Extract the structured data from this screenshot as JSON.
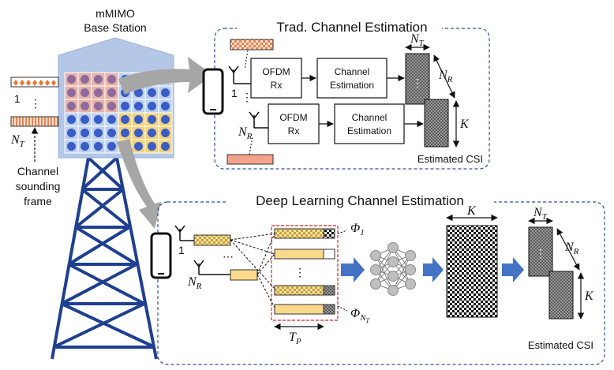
{
  "base_station": {
    "title_line1": "mMIMO",
    "title_line2": "Base Station",
    "antenna_first_index": "1",
    "antenna_dots": "⋮",
    "antenna_last_main": "N",
    "antenna_last_sub": "T",
    "sounding_line1": "Channel",
    "sounding_line2": "sounding",
    "sounding_line3": "frame"
  },
  "trad": {
    "title": "Trad. Channel Estimation",
    "rx_first_index": "1",
    "rx_last_main": "N",
    "rx_last_sub": "R",
    "ofdm_line1": "OFDM",
    "ofdm_line2": "Rx",
    "chest_line1": "Channel",
    "chest_line2": "Estimation",
    "nt_main": "N",
    "nt_sub": "T",
    "nr_main": "N",
    "nr_sub": "R",
    "k_label": "K",
    "csi_label": "Estimated CSI"
  },
  "dl": {
    "title": "Deep Learning Channel Estimation",
    "rx_first_index": "1",
    "rx_last_main": "N",
    "rx_last_sub": "R",
    "phi1_main": "Φ",
    "phi1_sub": "1",
    "phint_main": "Φ",
    "phint_sub": "N",
    "phint_subsub": "T",
    "tp_main": "T",
    "tp_sub": "P",
    "k_label": "K",
    "nt_main": "N",
    "nt_sub": "T",
    "nr_main": "N",
    "nr_sub": "R",
    "k2_label": "K",
    "csi_label": "Estimated CSI"
  },
  "colors": {
    "panel_border": "#2f4f9a",
    "arrow_gray": "#a6a6a6",
    "arrow_blue": "#4472c4",
    "building": "#b4c7e7",
    "dot_blue": "#3a5cc7",
    "dot_purple": "#8e6a9e",
    "cell_pink": "#e6b3a8",
    "cell_peach": "#f3c99b",
    "cell_gold": "#f2d27a",
    "cell_blue": "#bcd0ee",
    "pilot_orange": "#e8845a",
    "pilot_yellow": "#fbd98b"
  }
}
